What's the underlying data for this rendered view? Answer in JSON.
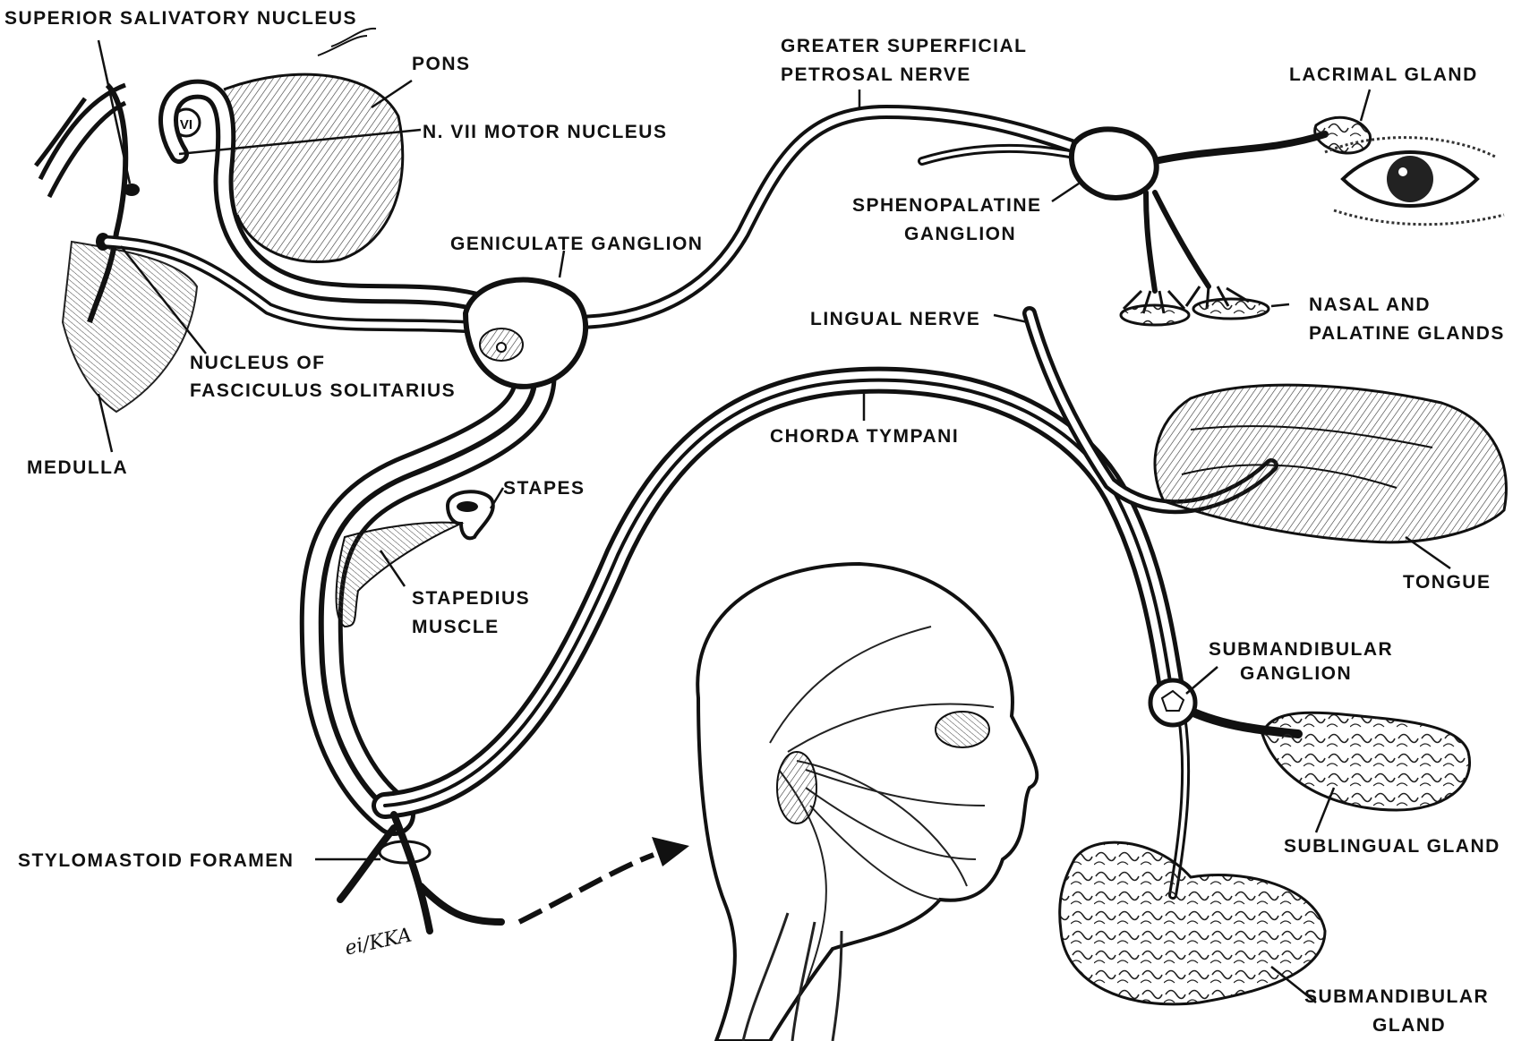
{
  "labels": {
    "superior_salivatory_nucleus": "SUPERIOR SALIVATORY NUCLEUS",
    "pons": "PONS",
    "n_vii_motor_nucleus": "N. VII MOTOR NUCLEUS",
    "vi": "VI",
    "greater_superficial_1": "GREATER SUPERFICIAL",
    "greater_superficial_2": "PETROSAL NERVE",
    "lacrimal_gland": "LACRIMAL GLAND",
    "sphenopalatine_1": "SPHENOPALATINE",
    "sphenopalatine_2": "GANGLION",
    "geniculate_ganglion": "GENICULATE GANGLION",
    "nasal_1": "NASAL AND",
    "nasal_2": "PALATINE GLANDS",
    "lingual_nerve": "LINGUAL NERVE",
    "nucleus_fasciculus_1": "NUCLEUS OF",
    "nucleus_fasciculus_2": "FASCICULUS SOLITARIUS",
    "medulla": "MEDULLA",
    "chorda_tympani": "CHORDA TYMPANI",
    "stapes": "STAPES",
    "stapedius_1": "STAPEDIUS",
    "stapedius_2": "MUSCLE",
    "tongue": "TONGUE",
    "submandibular_ganglion_1": "SUBMANDIBULAR",
    "submandibular_ganglion_2": "GANGLION",
    "sublingual_gland": "SUBLINGUAL GLAND",
    "stylomastoid_foramen": "STYLOMASTOID FORAMEN",
    "submandibular_gland_1": "SUBMANDIBULAR",
    "submandibular_gland_2": "GLAND"
  },
  "signature": "ei/KKA",
  "colors": {
    "ink": "#111111",
    "paper": "#ffffff",
    "shade": "#555555"
  }
}
